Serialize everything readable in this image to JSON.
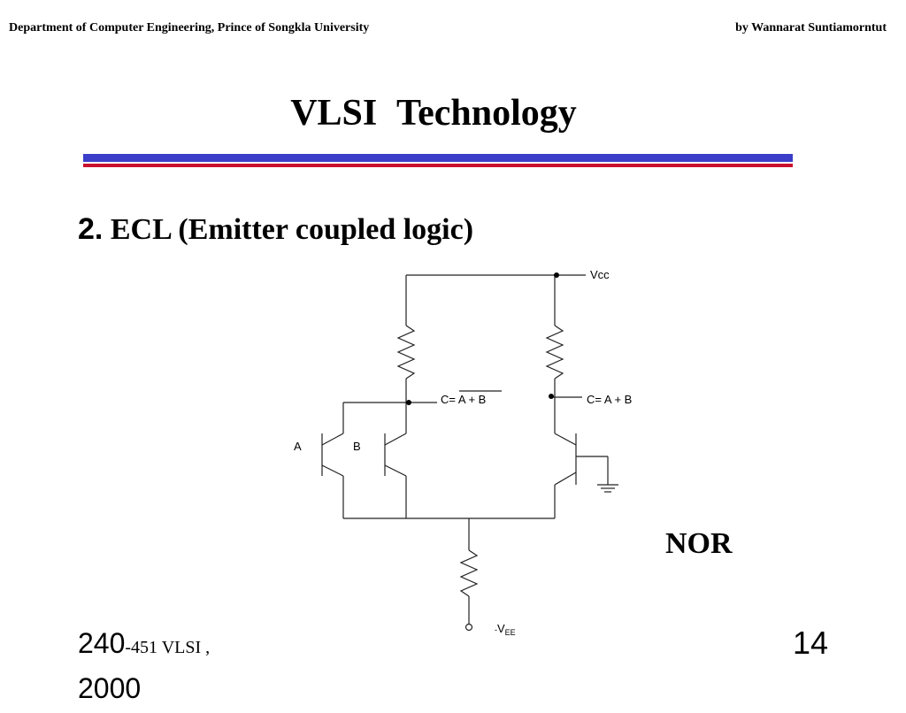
{
  "header": {
    "left": "Department of Computer Engineering, Prince of Songkla University",
    "right": "by Wannarat Suntiamorntut"
  },
  "title": "VLSI Technology",
  "colors": {
    "rule_top": "#3a3ec8",
    "rule_bottom": "#c8102e"
  },
  "subtitle": {
    "number": "2.",
    "text": " ECL (Emitter coupled logic)"
  },
  "circuit": {
    "vcc_label": "Vcc",
    "output_nor_prefix": "C= ",
    "output_nor_expr": "A + B",
    "output_or_label": "C= A + B",
    "input_a": "A",
    "input_b": "B",
    "vee_minus": "-",
    "vee_v": "V",
    "vee_sub": "EE"
  },
  "gate_label": "NOR",
  "footer": {
    "course_number": "240",
    "course_rest": "-451 VLSI ,",
    "year": "2000",
    "page": "14"
  }
}
